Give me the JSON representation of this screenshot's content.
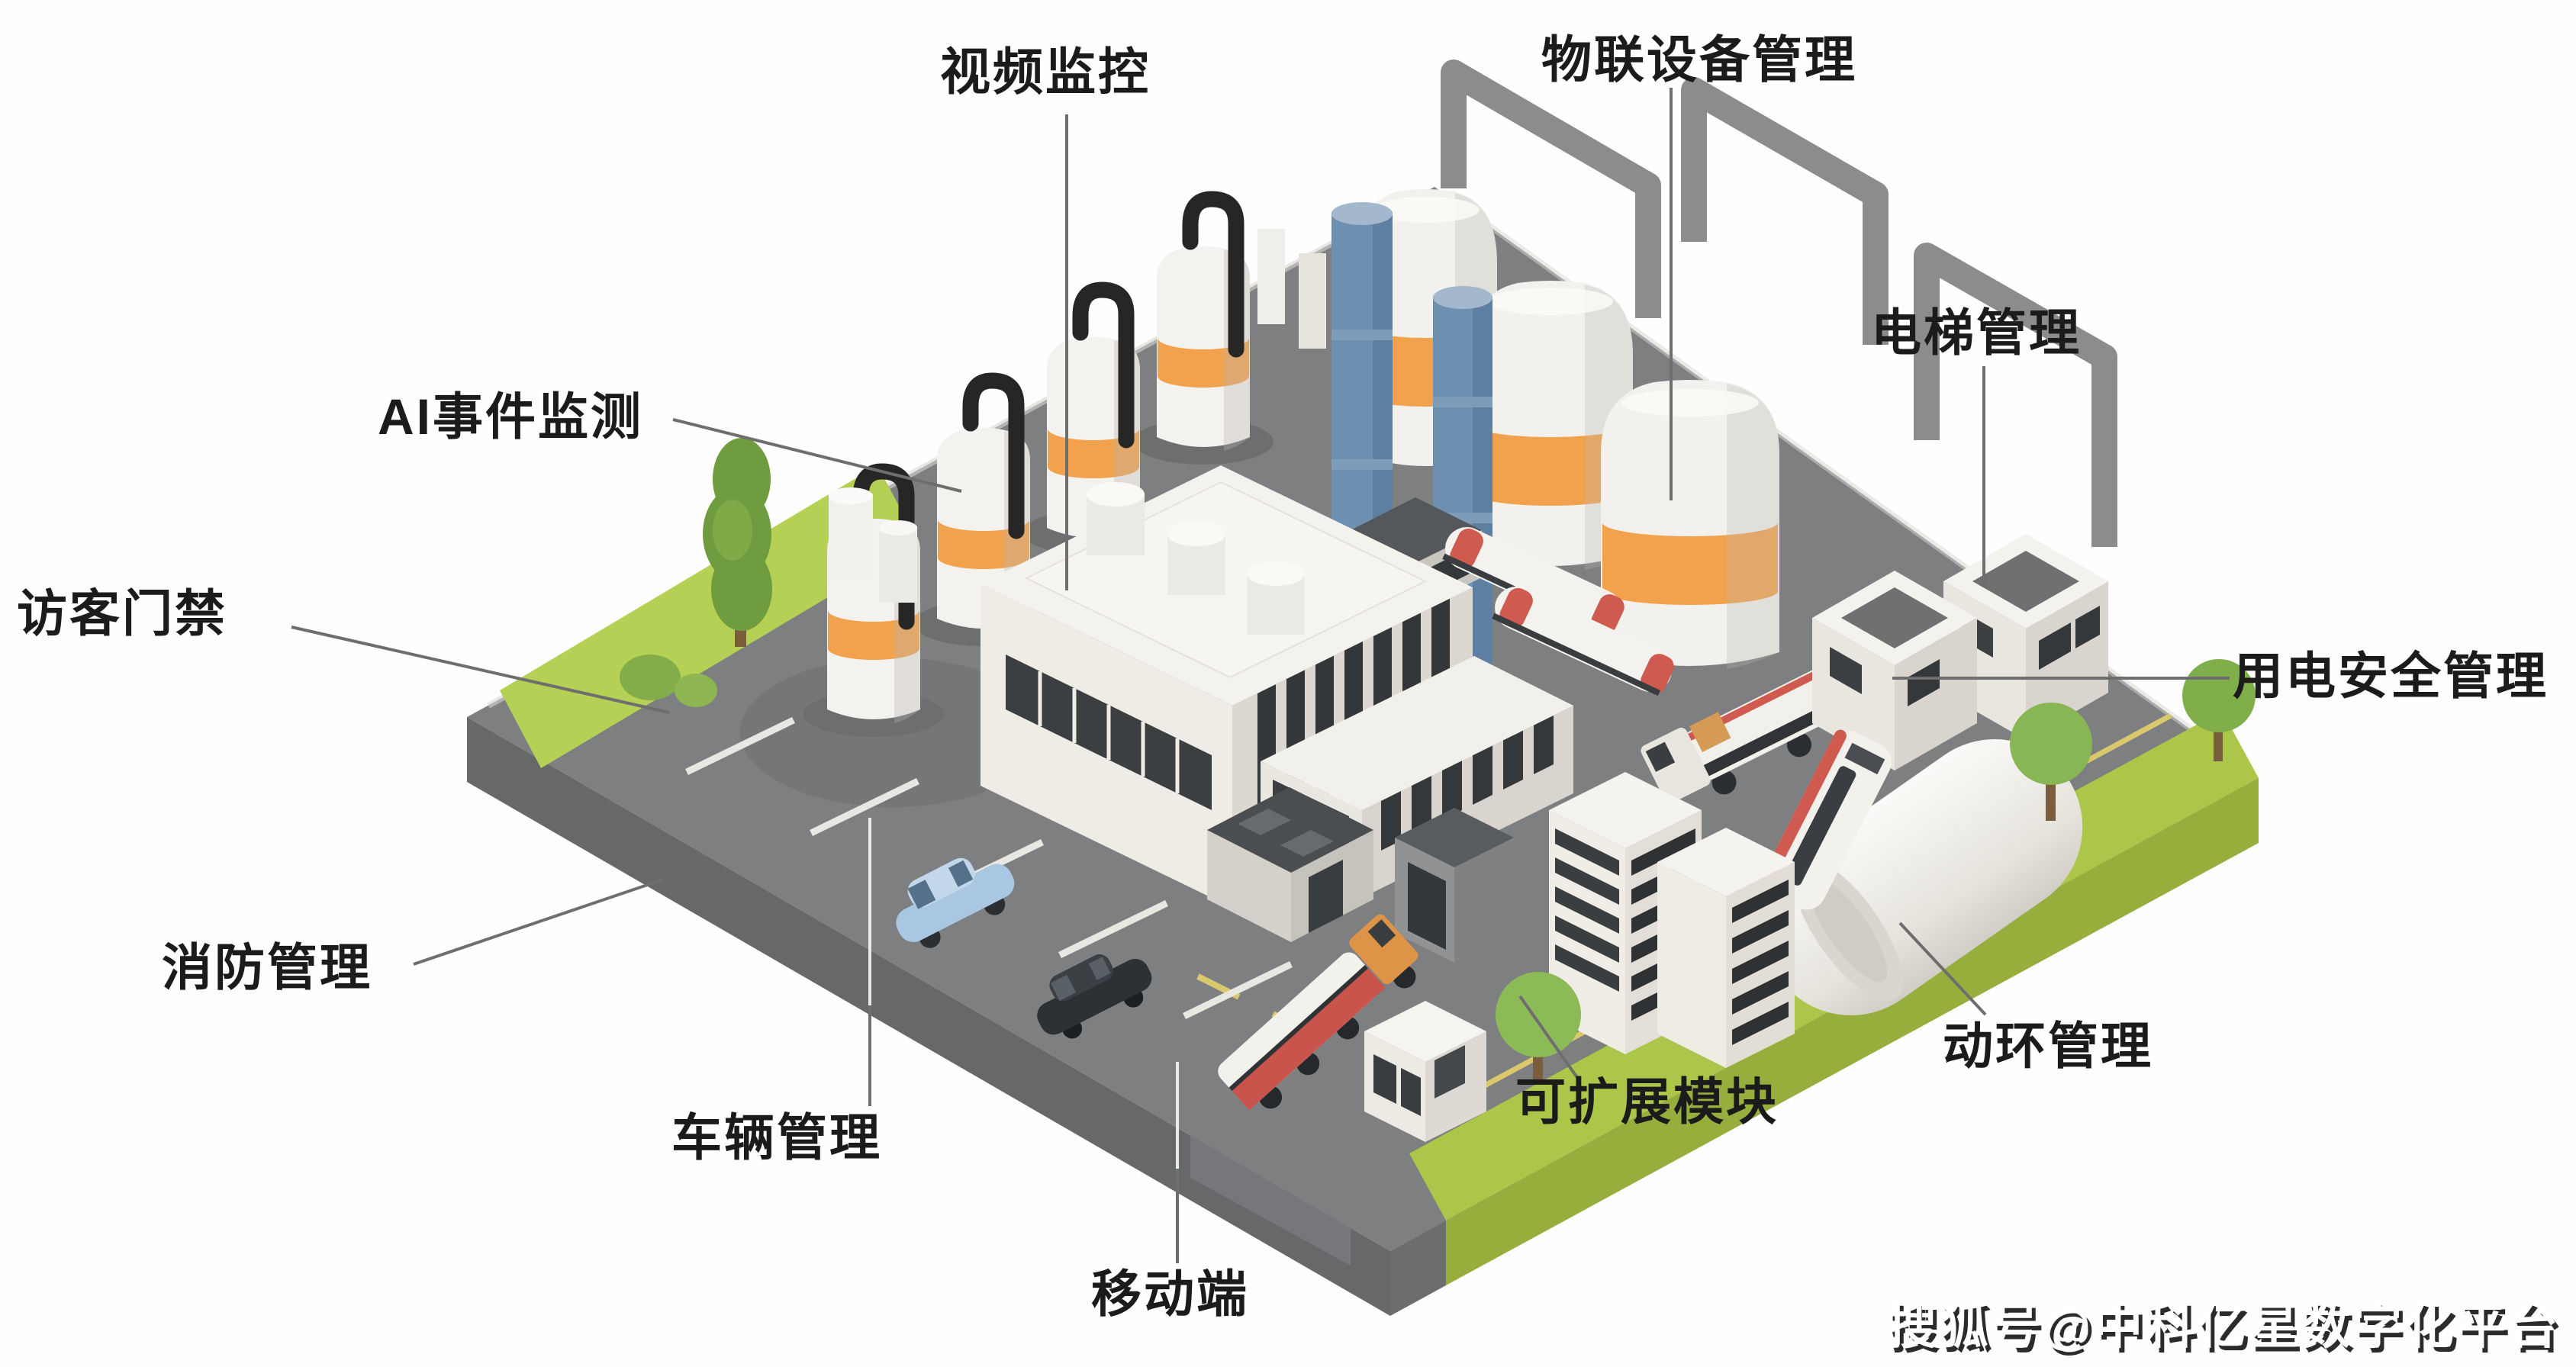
{
  "figure": {
    "type": "isometric-smart-industrial-park-diagram"
  },
  "labels": [
    {
      "id": "video-surveillance",
      "text": "视频监控"
    },
    {
      "id": "iot-device-management",
      "text": "物联设备管理"
    },
    {
      "id": "elevator-management",
      "text": "电梯管理"
    },
    {
      "id": "ai-event-monitoring",
      "text": "AI事件监测"
    },
    {
      "id": "visitor-access-control",
      "text": "访客门禁"
    },
    {
      "id": "fire-management",
      "text": "消防管理"
    },
    {
      "id": "vehicle-management",
      "text": "车辆管理"
    },
    {
      "id": "mobile-terminal",
      "text": "移动端"
    },
    {
      "id": "extensible-modules",
      "text": "可扩展模块"
    },
    {
      "id": "power-environment-management",
      "text": "动环管理"
    },
    {
      "id": "electricity-safety-management",
      "text": "用电安全管理"
    }
  ],
  "watermark": {
    "text": "搜狐号@中科亿星数字化平台"
  },
  "colors": {
    "background": "#FEFEFE",
    "label_text": "#1B1B1B",
    "callout_line": "#6E6E6E",
    "asphalt": "#7D7F81",
    "platform_side": "#66686A",
    "grass": "#ABC648",
    "grass_side": "#96AE3C",
    "building_white": "#F4F2EE",
    "accent_orange": "#F2A24C",
    "chimney_blue": "#6D8FB0",
    "pipe_gray": "#8A8C8D",
    "window_dark": "#33373A",
    "truck_red": "#CC5A52",
    "cab_orange": "#DD9447",
    "car_blue": "#A9C6E2",
    "car_black": "#2D3134",
    "tree_green": "#85B152",
    "watermark_text": "#FFFFFF"
  },
  "scene": {
    "objects": [
      "factory building",
      "small storage tanks x4",
      "large storage tanks x3",
      "blue chimneys x2",
      "overhead pipelines x3",
      "elevator buildings x2",
      "dome warehouse",
      "office towers x2",
      "kiosk",
      "dark warehouse",
      "parking shelter",
      "tanker truck",
      "orange-cab truck",
      "tank trailers x2",
      "shuttle bus",
      "blue car",
      "black car",
      "trees",
      "roundabout",
      "parking stripes",
      "lawn strips"
    ]
  }
}
